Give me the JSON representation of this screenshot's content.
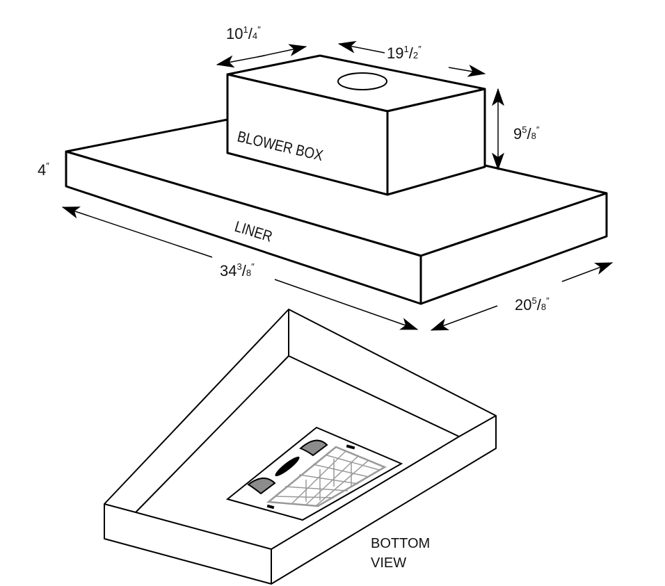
{
  "diagram": {
    "labels": {
      "blower_box": "BLOWER BOX",
      "liner": "LINER",
      "bottom_view_line1": "BOTTOM",
      "bottom_view_line2": "VIEW"
    },
    "dimensions": {
      "box_depth": {
        "whole": "10",
        "num": "1",
        "den": "4",
        "unit": "″"
      },
      "box_width": {
        "whole": "19",
        "num": "1",
        "den": "2",
        "unit": "″"
      },
      "box_height": {
        "whole": "9",
        "num": "5",
        "den": "8",
        "unit": "″"
      },
      "liner_height": {
        "whole": "4",
        "unit": "″"
      },
      "liner_width": {
        "whole": "34",
        "num": "3",
        "den": "8",
        "unit": "″"
      },
      "liner_depth": {
        "whole": "20",
        "num": "5",
        "den": "8",
        "unit": "″"
      }
    },
    "colors": {
      "line": "#000000",
      "knob": "#8c8c8c",
      "filter": "#999999"
    }
  }
}
